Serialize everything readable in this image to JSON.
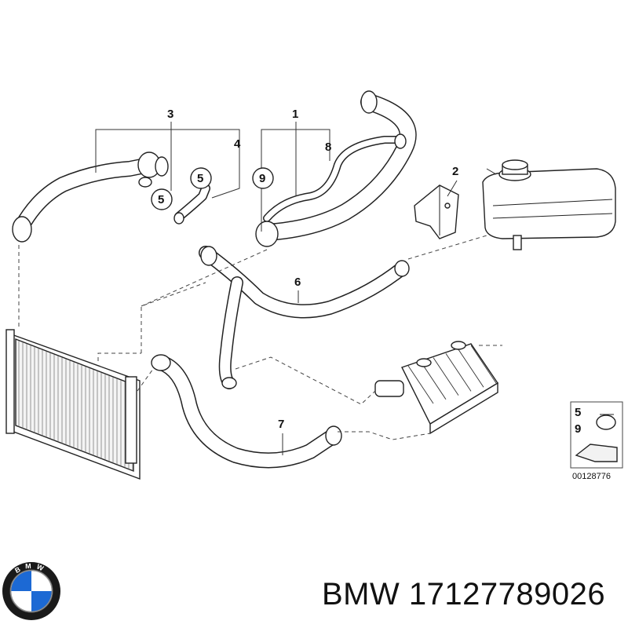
{
  "callouts": {
    "c1": "1",
    "c2": "2",
    "c3": "3",
    "c4": "4",
    "c5a": "5",
    "c5b": "5",
    "c6": "6",
    "c7": "7",
    "c8": "8",
    "c9": "9",
    "legend_5": "5",
    "legend_9": "9"
  },
  "diagram_number": "00128776",
  "brand_line": {
    "part_label": "BMW 17127789026"
  },
  "logo": {
    "letters": "BMW",
    "colors": {
      "blue": "#1c69d4",
      "white": "#ffffff",
      "ring": "#1a1a1a"
    }
  },
  "colors": {
    "line": "#222222",
    "background": "#ffffff"
  }
}
